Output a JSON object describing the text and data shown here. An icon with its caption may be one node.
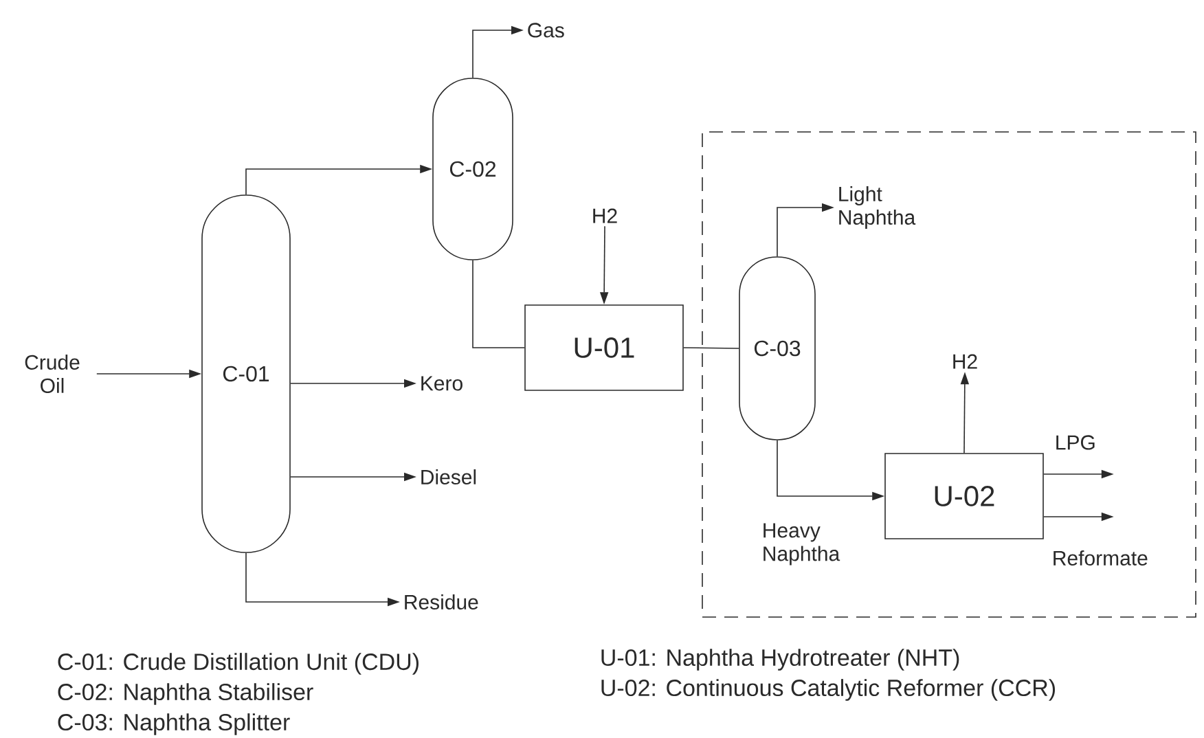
{
  "diagram": {
    "nodes": [
      {
        "text": [
          "C-01"
        ]
      },
      {
        "text": [
          "C-02"
        ]
      },
      {
        "text": [
          "U-01"
        ]
      },
      {
        "text": [],
        "shape": "box"
      },
      {
        "text": [
          "C-03"
        ],
        "in": 3
      },
      {
        "text": [
          "U-02"
        ],
        "in": 3
      },
      {
        "text": [
          "Crude Oil"
        ]
      },
      {
        "text": [
          "Gas"
        ]
      },
      {
        "text": [
          "H2"
        ]
      },
      {
        "text": [
          "Kero"
        ]
      },
      {
        "text": [
          "Diesel"
        ]
      },
      {
        "text": [
          "Residue"
        ]
      },
      {
        "text": [
          "Light Naphtha"
        ],
        "in": 3
      },
      {
        "text": [
          "H2"
        ],
        "in": 3
      }
    ],
    "edges": [
      {
        "from": 6,
        "to": 0,
        "arrow": "to"
      },
      {
        "from": 0,
        "to": 1,
        "arrow": "to"
      },
      {
        "from": 1,
        "to": 7,
        "arrow": "to"
      },
      {
        "from": 1,
        "to": 2,
        "arrow": "none"
      },
      {
        "from": 8,
        "to": 2,
        "arrow": "to"
      },
      {
        "from": 2,
        "to": 4,
        "arrow": "none"
      },
      {
        "from": 0,
        "to": 9,
        "arrow": "to"
      },
      {
        "from": 0,
        "to": 10,
        "arrow": "to"
      },
      {
        "from": 0,
        "to": 11,
        "arrow": "to"
      },
      {
        "from": 4,
        "to": 12,
        "arrow": "to"
      },
      {
        "from": 4,
        "to": 5,
        "arrow": "to",
        "label": "Heavy Naphtha"
      },
      {
        "from": 5,
        "to": 13,
        "arrow": "to"
      },
      {
        "from": 5,
        "to": null,
        "arrow": "to",
        "label": "LPG"
      },
      {
        "from": 5,
        "to": null,
        "arrow": "to",
        "label": "Reformate"
      }
    ],
    "labels": [
      "C-01: Crude Distillation Unit (CDU)",
      "C-02: Naphtha Stabiliser",
      "C-03: Naphtha Splitter",
      "U-01: Naphtha Hydrotreater (NHT)",
      "U-02: Continuous Catalytic Reformer (CCR)"
    ]
  }
}
